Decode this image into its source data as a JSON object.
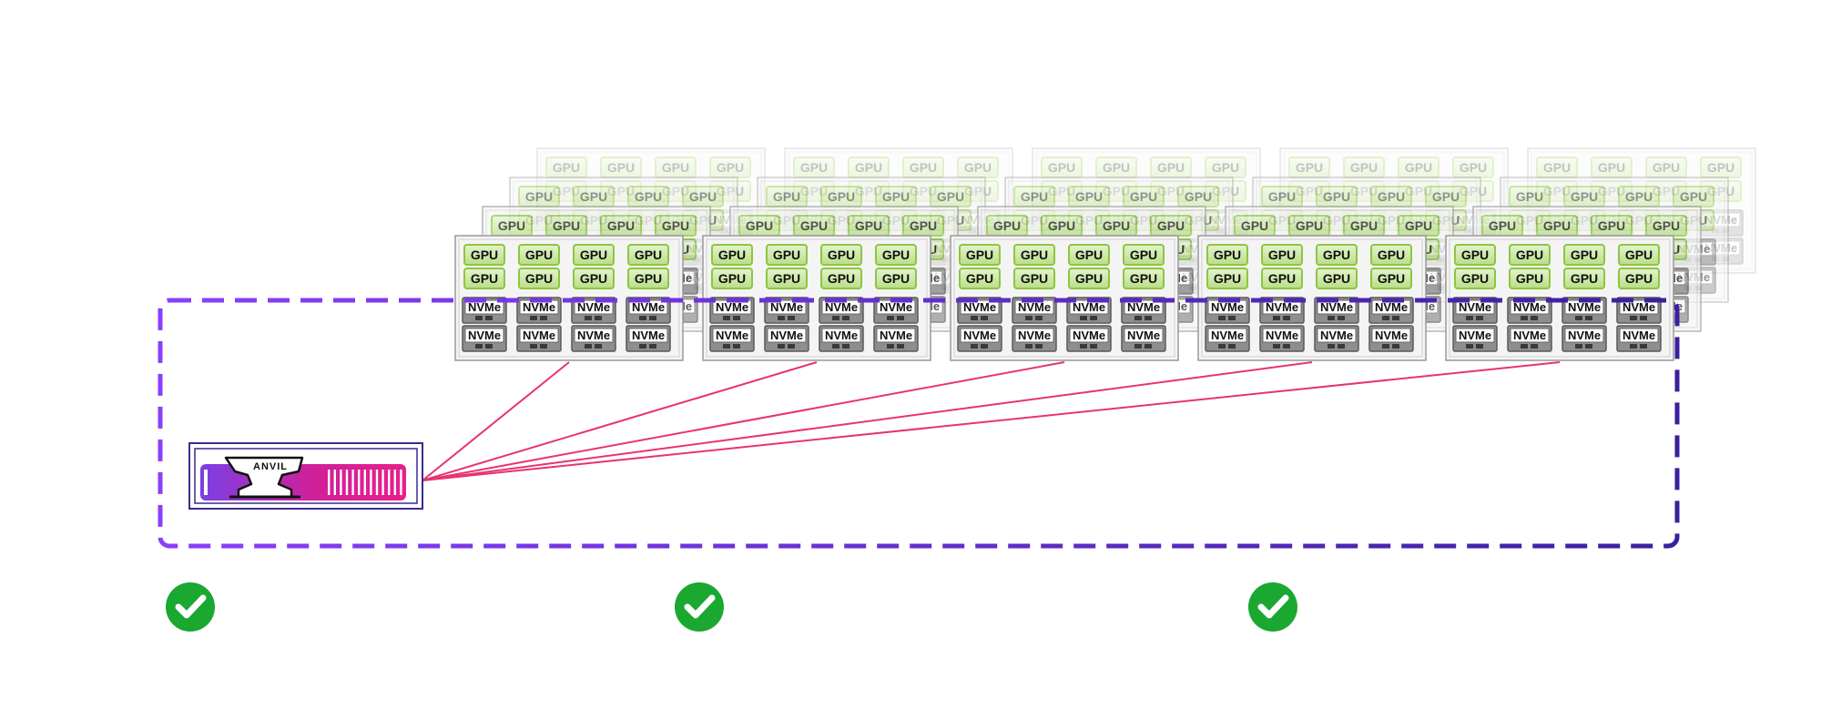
{
  "labels": {
    "gpu": "GPU",
    "nvme": "NVMe",
    "anvil": "ANVIL"
  },
  "servers": {
    "front_row_count": 5,
    "stack_depth": 4,
    "gpus_per_server": 8,
    "nvme_per_server": 8
  },
  "colors": {
    "gpu_green": "#8dc63f",
    "gpu_fill": "#d6ecb8",
    "boundary_purple_left": "#8a3ffc",
    "boundary_purple_right": "#3b1f9e",
    "connection_line": "#e8336f",
    "anvil_gradient_start": "#7b3fe4",
    "anvil_gradient_end": "#e0208c",
    "check_green": "#1aa830"
  },
  "checkmarks": [
    {
      "icon": "check-circle-icon"
    },
    {
      "icon": "check-circle-icon"
    },
    {
      "icon": "check-circle-icon"
    }
  ]
}
